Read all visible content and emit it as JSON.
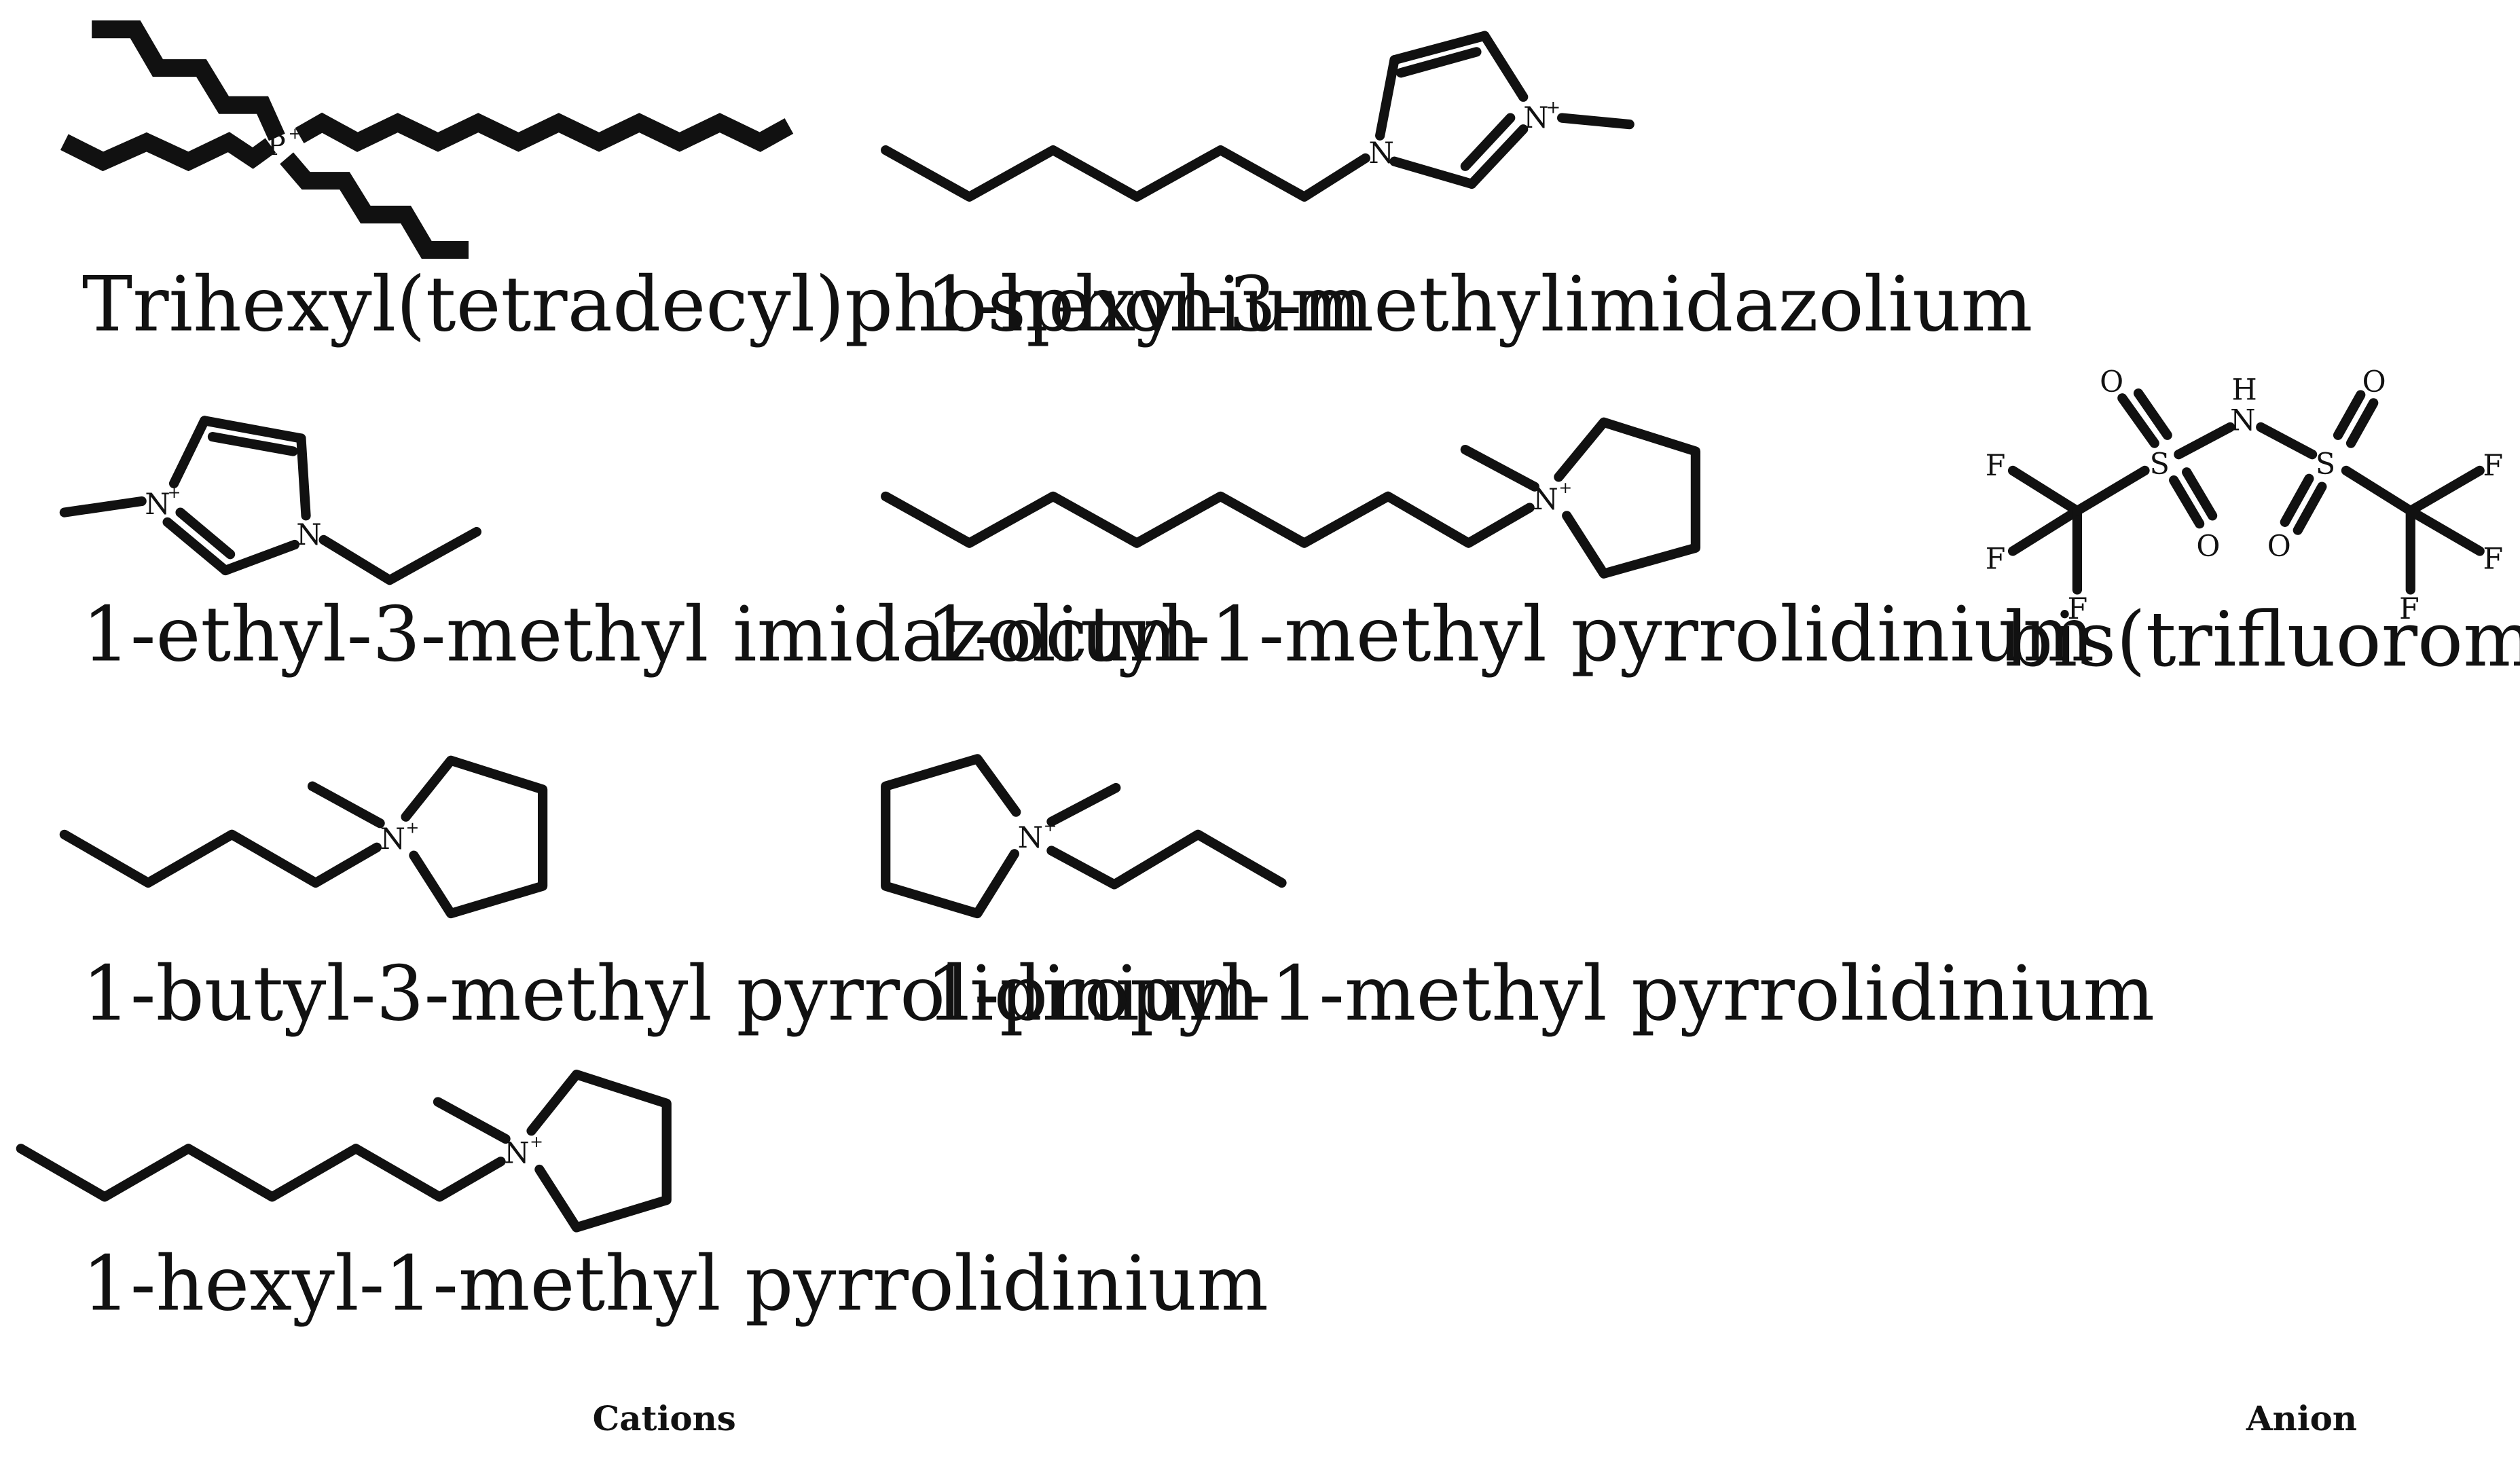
{
  "cations": {
    "section_label": "Cations",
    "items": [
      {
        "name": "Trihexyl(tetradecyl)phosphonium",
        "central_atom": "P",
        "charge": "+"
      },
      {
        "name": "1-hexyl-3-methylimidazolium",
        "ring_atoms": [
          "N",
          "N"
        ],
        "charge": "+"
      },
      {
        "name": "1-ethyl-3-methyl imidazolium",
        "ring_atoms": [
          "N",
          "N"
        ],
        "charge": "+"
      },
      {
        "name": "1-octyl-1-methyl pyrrolidinium",
        "central_atom": "N",
        "charge": "+"
      },
      {
        "name": "1-butyl-3-methyl pyrrolidinium",
        "central_atom": "N",
        "charge": "+"
      },
      {
        "name": "1-propyl-1-methyl pyrrolidinium",
        "central_atom": "N",
        "charge": "+"
      },
      {
        "name": "1-hexyl-1-methyl pyrrolidinium",
        "central_atom": "N",
        "charge": "+"
      }
    ]
  },
  "anion": {
    "section_label": "Anion",
    "name": "bis(trifluoromethylsulfonyl)imide",
    "atoms": {
      "oxygen": "O",
      "sulfur": "S",
      "nitrogen": "N",
      "hydrogen": "H",
      "fluorine": "F"
    }
  }
}
